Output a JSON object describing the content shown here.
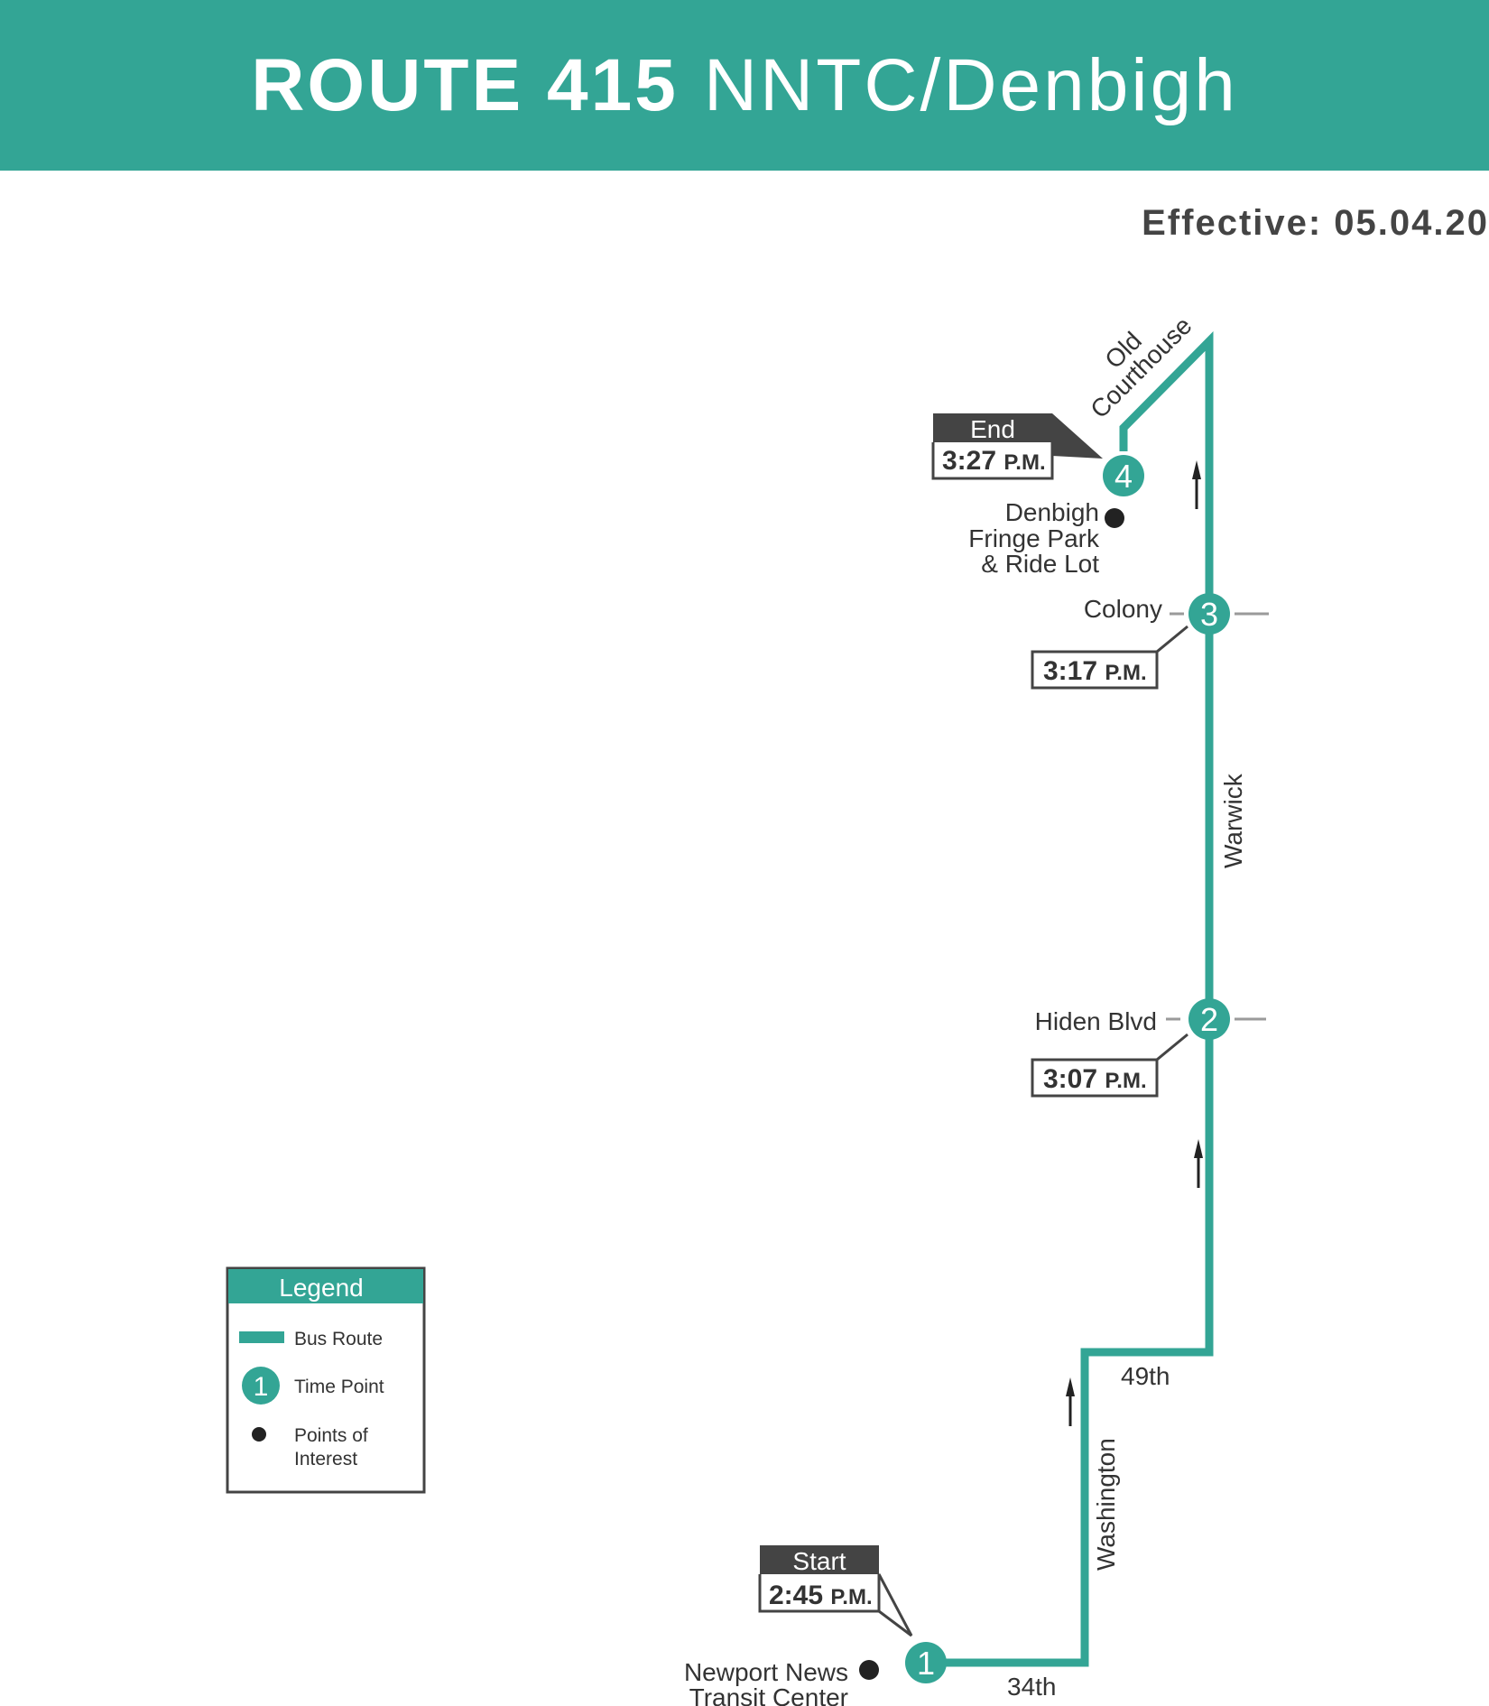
{
  "header": {
    "route_number": "ROUTE 415",
    "route_name": "NNTC/Denbigh",
    "effective": "Effective: 05.04.20"
  },
  "colors": {
    "brand": "#33a595",
    "tag_background": "#444444",
    "text": "#333333",
    "poi": "#222222"
  },
  "time_points": [
    {
      "number": "1",
      "tag": "Start",
      "time": "2:45",
      "period": "P.M.",
      "street": ""
    },
    {
      "number": "2",
      "tag": "",
      "time": "3:07",
      "period": "P.M.",
      "street": "Hiden Blvd"
    },
    {
      "number": "3",
      "tag": "",
      "time": "3:17",
      "period": "P.M.",
      "street": "Colony"
    },
    {
      "number": "4",
      "tag": "End",
      "time": "3:27",
      "period": "P.M.",
      "street": ""
    }
  ],
  "streets": {
    "s34th": "34th",
    "washington": "Washington",
    "s49th": "49th",
    "warwick": "Warwick",
    "old": "Old",
    "courthouse": "Courthouse"
  },
  "points_of_interest": {
    "transit_center": [
      "Newport News",
      "Transit Center"
    ],
    "park_ride": [
      "Denbigh",
      "Fringe Park",
      "& Ride Lot"
    ]
  },
  "legend": {
    "title": "Legend",
    "bus_route": "Bus Route",
    "time_point": "Time Point",
    "time_point_number": "1",
    "poi": [
      "Points of",
      "Interest"
    ]
  }
}
